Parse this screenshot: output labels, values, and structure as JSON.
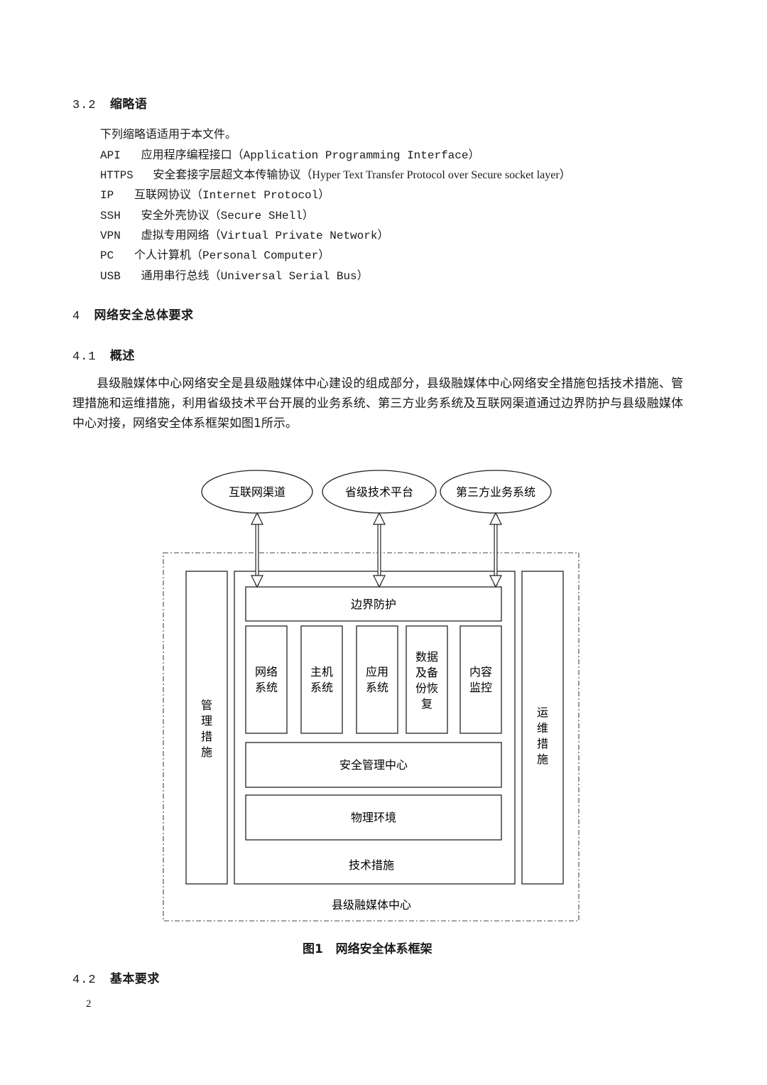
{
  "section_3_2": {
    "number": "3.2",
    "title": "缩略语",
    "intro": "下列缩略语适用于本文件。",
    "abbreviations": [
      {
        "code": "API",
        "desc": "应用程序编程接口（Application Programming Interface）"
      },
      {
        "code": "HTTPS",
        "desc": "安全套接字层超文本传输协议（Hyper Text Transfer Protocol over Secure socket layer）"
      },
      {
        "code": "IP",
        "desc": "互联网协议（Internet Protocol）"
      },
      {
        "code": "SSH",
        "desc": "安全外壳协议（Secure SHell）"
      },
      {
        "code": "VPN",
        "desc": "虚拟专用网络（Virtual Private Network）"
      },
      {
        "code": "PC",
        "desc": "个人计算机（Personal Computer）"
      },
      {
        "code": "USB",
        "desc": "通用串行总线（Universal Serial Bus）"
      }
    ]
  },
  "section_4": {
    "number": "4",
    "title": "网络安全总体要求"
  },
  "section_4_1": {
    "number": "4.1",
    "title": "概述",
    "paragraph": "县级融媒体中心网络安全是县级融媒体中心建设的组成部分，县级融媒体中心网络安全措施包括技术措施、管理措施和运维措施，利用省级技术平台开展的业务系统、第三方业务系统及互联网渠道通过边界防护与县级融媒体中心对接，网络安全体系框架如图1所示。"
  },
  "diagram": {
    "ellipses": [
      "互联网渠道",
      "省级技术平台",
      "第三方业务系统"
    ],
    "boundary": "边界防护",
    "systems": [
      [
        "网络",
        "系统"
      ],
      [
        "主机",
        "系统"
      ],
      [
        "应用",
        "系统"
      ],
      [
        "数据",
        "及备",
        "份恢",
        "复"
      ],
      [
        "内容",
        "监控"
      ]
    ],
    "security_center": "安全管理中心",
    "physical_env": "物理环境",
    "tech_measures": "技术措施",
    "mgmt_measures": [
      "管",
      "理",
      "措",
      "施"
    ],
    "ops_measures": [
      "运",
      "维",
      "措",
      "施"
    ],
    "outer_label": "县级融媒体中心"
  },
  "figure_caption": {
    "label": "图1",
    "title": "网络安全体系框架"
  },
  "section_4_2": {
    "number": "4.2",
    "title": "基本要求"
  },
  "page_number": "2"
}
